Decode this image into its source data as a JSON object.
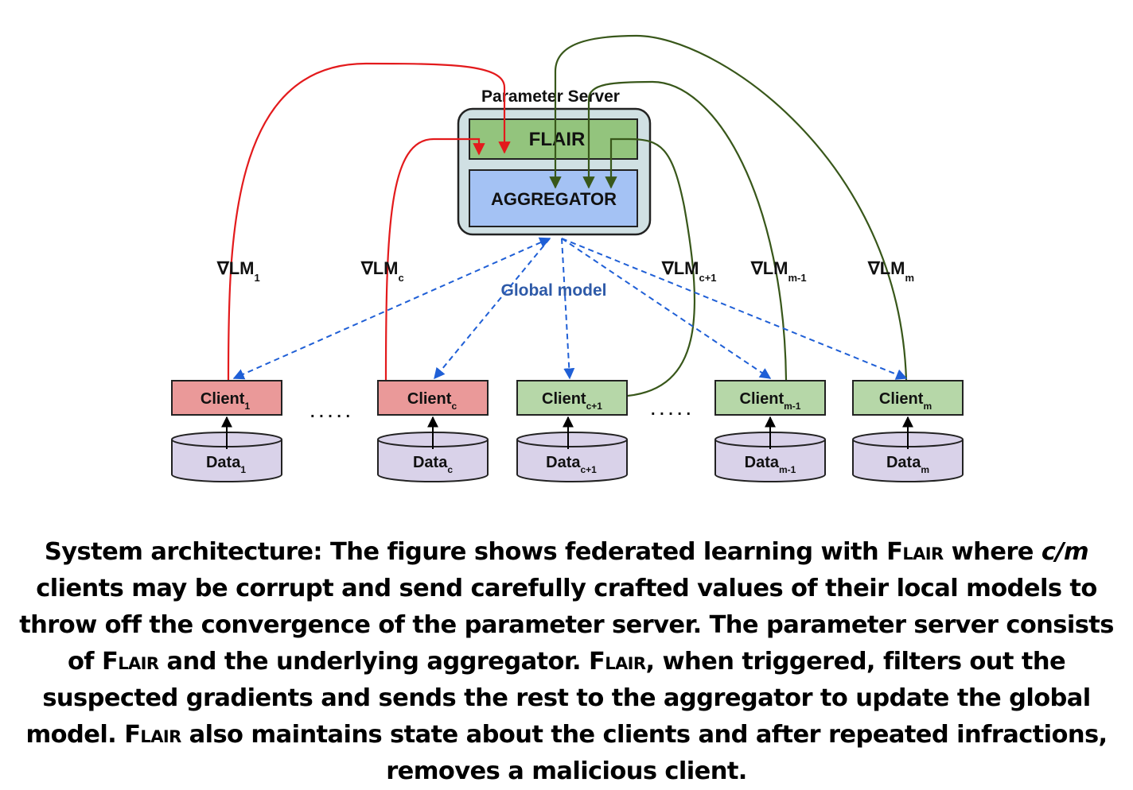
{
  "server": {
    "title": "Parameter Server",
    "flair": "FLAIR",
    "aggregator": "AGGREGATOR"
  },
  "global_model_label": "Global model",
  "gradients": [
    {
      "base": "∇LM",
      "sub": "1"
    },
    {
      "base": "∇LM",
      "sub": "c"
    },
    {
      "base": "∇LM",
      "sub": "c+1"
    },
    {
      "base": "∇LM",
      "sub": "m-1"
    },
    {
      "base": "∇LM",
      "sub": "m"
    }
  ],
  "clients": [
    {
      "base": "Client",
      "sub": "1",
      "status": "corrupt"
    },
    {
      "base": "Client",
      "sub": "c",
      "status": "corrupt"
    },
    {
      "base": "Client",
      "sub": "c+1",
      "status": "benign"
    },
    {
      "base": "Client",
      "sub": "m-1",
      "status": "benign"
    },
    {
      "base": "Client",
      "sub": "m",
      "status": "benign"
    }
  ],
  "data_stores": [
    {
      "base": "Data",
      "sub": "1"
    },
    {
      "base": "Data",
      "sub": "c"
    },
    {
      "base": "Data",
      "sub": "c+1"
    },
    {
      "base": "Data",
      "sub": "m-1"
    },
    {
      "base": "Data",
      "sub": "m"
    }
  ],
  "ellipses": [
    ". . . . .",
    ". . . . ."
  ],
  "caption": {
    "p1": "System architecture: The figure shows federated learning with ",
    "flair1": "Flair",
    "p2": " where ",
    "cm": "c/m",
    "p3": " clients may be corrupt and send carefully crafted values of their local models to throw off the convergence of the parameter server. The parameter server consists of ",
    "flair2": "Flair",
    "p4": " and the underlying aggregator. ",
    "flair3": "Flair",
    "p5": ", when triggered, filters out the suspected gradients and sends the rest to the aggregator to update the global model. ",
    "flair4": "Flair",
    "p6": " also maintains state about the clients and after repeated infractions, removes a malicious client."
  },
  "colors": {
    "corrupt_fill": "#ea9999",
    "benign_fill": "#b6d7a8",
    "flair_fill": "#93c47d",
    "aggregator_fill": "#a4c2f4",
    "server_fill": "#d0e0e3",
    "data_fill": "#d9d2e9",
    "corrupt_line": "#e31a1c",
    "benign_line": "#38571a",
    "dashed_line": "#1f5fd6",
    "global_label": "#2e5aa8"
  }
}
